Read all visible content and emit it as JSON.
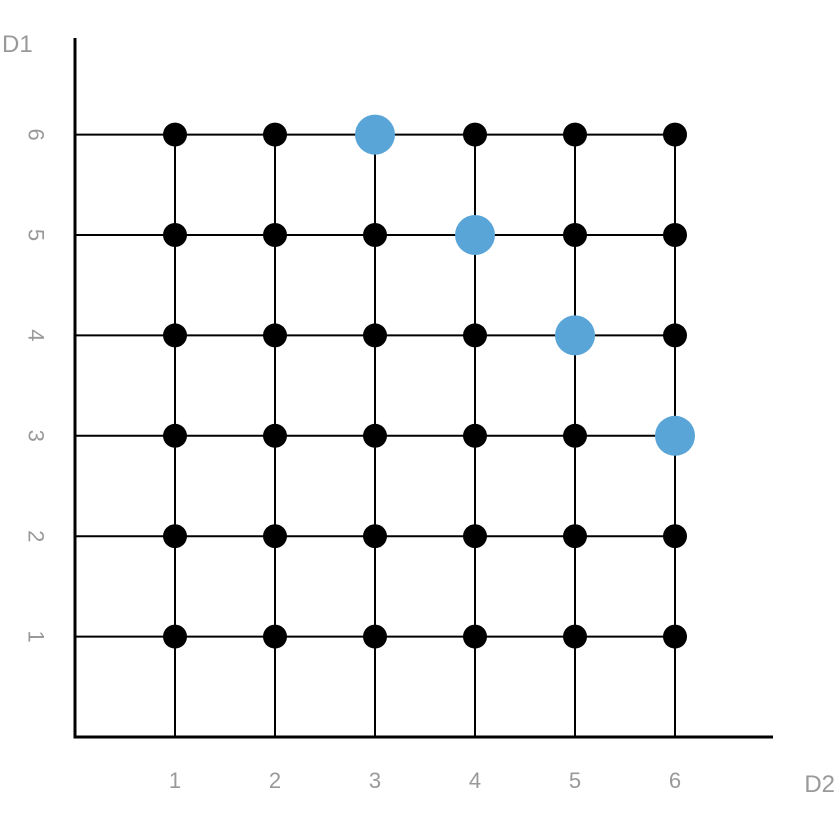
{
  "chart_data": {
    "type": "scatter",
    "xlabel": "D2",
    "ylabel": "D1",
    "x_ticks": [
      "1",
      "2",
      "3",
      "4",
      "5",
      "6"
    ],
    "y_ticks": [
      "1",
      "2",
      "3",
      "4",
      "5",
      "6"
    ],
    "xlim": [
      0,
      7
    ],
    "ylim": [
      0,
      7
    ],
    "grid": true,
    "series": [
      {
        "color": "#000000",
        "points": [
          [
            1,
            1
          ],
          [
            2,
            1
          ],
          [
            3,
            1
          ],
          [
            4,
            1
          ],
          [
            5,
            1
          ],
          [
            6,
            1
          ],
          [
            1,
            2
          ],
          [
            2,
            2
          ],
          [
            3,
            2
          ],
          [
            4,
            2
          ],
          [
            5,
            2
          ],
          [
            6,
            2
          ],
          [
            1,
            3
          ],
          [
            2,
            3
          ],
          [
            3,
            3
          ],
          [
            4,
            3
          ],
          [
            5,
            3
          ],
          [
            1,
            4
          ],
          [
            2,
            4
          ],
          [
            3,
            4
          ],
          [
            4,
            4
          ],
          [
            6,
            4
          ],
          [
            1,
            5
          ],
          [
            2,
            5
          ],
          [
            3,
            5
          ],
          [
            5,
            5
          ],
          [
            6,
            5
          ],
          [
            1,
            6
          ],
          [
            2,
            6
          ],
          [
            4,
            6
          ],
          [
            5,
            6
          ],
          [
            6,
            6
          ]
        ]
      },
      {
        "color": "#5aa5d8",
        "points": [
          [
            3,
            6
          ],
          [
            4,
            5
          ],
          [
            5,
            4
          ],
          [
            6,
            3
          ]
        ]
      }
    ]
  }
}
